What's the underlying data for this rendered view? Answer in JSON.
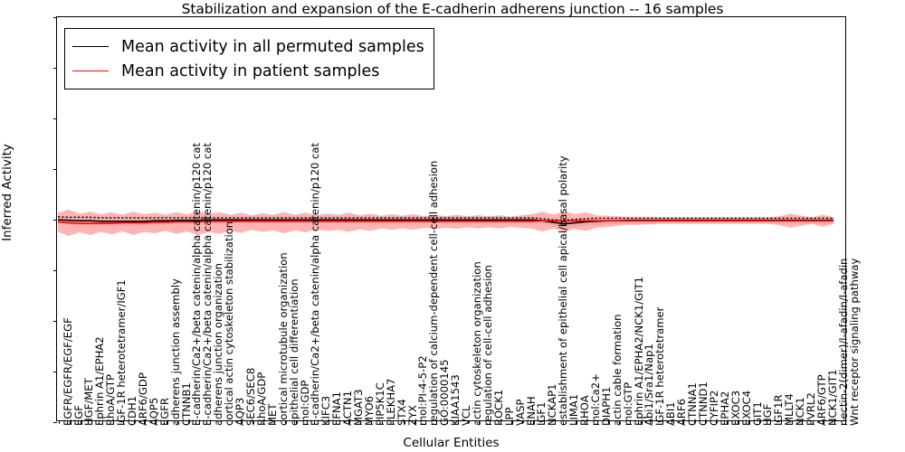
{
  "chart_data": {
    "type": "line",
    "title": "Stabilization and expansion of the E-cadherin adherens junction -- 16 samples",
    "xlabel": "Cellular Entities",
    "ylabel": "Inferred Activity",
    "ylim": [
      -4,
      4
    ],
    "yticks": [
      "-4",
      "-3",
      "-2",
      "-1",
      "0",
      "1",
      "2",
      "3",
      "4"
    ],
    "grid": false,
    "legend_position": "upper left",
    "legend": [
      {
        "label": "Mean activity in all permuted samples",
        "color": "#000000"
      },
      {
        "label": "Mean activity in patient samples",
        "color": "#ff0000"
      }
    ],
    "categories": [
      "EGFR/EGFR/EGF/EGF",
      "EGF",
      "HGF/MET",
      "Ephrin A1/EPHA2",
      "RhoA/GTP",
      "IGF-1R heterotetramer/IGF1",
      "CDH1",
      "ARF6/GDP",
      "AQP5",
      "EGFR",
      "adherens junction assembly",
      "CTNNB1",
      "E-cadherin/Ca2+/beta catenin/alpha catenin/p120 cat",
      "E-cadherin/Ca2+/beta catenin/alpha catenin/p120 cat",
      "adherens junction organization",
      "cortical actin cytoskeleton stabilization",
      "AQP3",
      "SEC6/SEC8",
      "RhoA/GDP",
      "MET",
      "cortical microtubule organization",
      "epithelial cell differentiation",
      "mol:GDP",
      "E-cadherin/Ca2+/beta catenin/alpha catenin/p120 cat",
      "KIFC3",
      "EFNA1",
      "ACTN1",
      "MGAT3",
      "MYO6",
      "PIP5K1C",
      "PLEKHA7",
      "STX4",
      "ZYX",
      "mol:PI-4-5-P2",
      "regulation of calcium-dependent cell-cell adhesion",
      "GO:0000145",
      "KIAA1543",
      "VCL",
      "actin cytoskeleton organization",
      "regulation of cell-cell adhesion",
      "ROCK1",
      "LPP",
      "VASP",
      "ENAH",
      "IGF1",
      "NCKAP1",
      "establishment of epithelial cell apical/basal polarity",
      "LIMA1",
      "RHOA",
      "mol:Ca2+",
      "DIAPH1",
      "actin cable formation",
      "mol:GTP",
      "Ephrin A1/EPHA2/NCK1/GIT1",
      "Abi1/Sra1/Nap1",
      "IGF-1R heterotetramer",
      "ABI1",
      "ARF6",
      "CTNNA1",
      "CTNND1",
      "CYFIP2",
      "EPHA2",
      "EXOC3",
      "EXOC4",
      "GIT1",
      "HGF",
      "IGF1R",
      "MLLT4",
      "NCK1",
      "PVRL2",
      "ARF6/GTP",
      "NCK1/GIT1",
      "nectin-2(dimer)/l-afadin/l-afadin",
      "Wnt receptor signaling pathway"
    ],
    "series": [
      {
        "name": "Mean activity in all permuted samples",
        "color": "#000000",
        "band_color": "#c8c8c8",
        "values": [
          -0.02,
          -0.03,
          -0.04,
          -0.04,
          -0.05,
          -0.05,
          -0.05,
          -0.05,
          -0.05,
          -0.04,
          -0.04,
          -0.03,
          -0.03,
          -0.03,
          -0.02,
          -0.02,
          -0.02,
          -0.02,
          -0.02,
          -0.02,
          -0.02,
          -0.02,
          -0.02,
          -0.02,
          -0.02,
          -0.02,
          -0.02,
          -0.02,
          -0.02,
          -0.02,
          -0.02,
          -0.02,
          -0.02,
          -0.02,
          -0.02,
          -0.02,
          -0.02,
          -0.02,
          -0.02,
          -0.02,
          -0.02,
          -0.02,
          -0.02,
          -0.02,
          -0.02,
          -0.04,
          -0.07,
          -0.1,
          -0.08,
          -0.06,
          -0.05,
          -0.04,
          -0.04,
          -0.03,
          -0.03,
          -0.03,
          -0.03,
          -0.03,
          -0.03,
          -0.03,
          -0.03,
          -0.03,
          -0.03,
          -0.03,
          -0.03,
          -0.03,
          -0.03,
          -0.03,
          -0.03,
          -0.03,
          -0.03,
          -0.03,
          -0.03
        ],
        "band_upper": [
          0.06,
          0.05,
          0.05,
          0.05,
          0.04,
          0.04,
          0.04,
          0.04,
          0.04,
          0.04,
          0.04,
          0.04,
          0.04,
          0.04,
          0.04,
          0.04,
          0.04,
          0.04,
          0.04,
          0.04,
          0.04,
          0.04,
          0.04,
          0.04,
          0.04,
          0.04,
          0.04,
          0.04,
          0.04,
          0.04,
          0.04,
          0.04,
          0.04,
          0.04,
          0.04,
          0.04,
          0.04,
          0.04,
          0.04,
          0.04,
          0.04,
          0.04,
          0.04,
          0.04,
          0.04,
          0.02,
          0.0,
          -0.01,
          0.01,
          0.02,
          0.03,
          0.03,
          0.03,
          0.03,
          0.03,
          0.03,
          0.03,
          0.03,
          0.03,
          0.03,
          0.03,
          0.03,
          0.03,
          0.03,
          0.03,
          0.03,
          0.03,
          0.03,
          0.03,
          0.03,
          0.03,
          0.03,
          0.03
        ],
        "band_lower": [
          -0.1,
          -0.11,
          -0.13,
          -0.13,
          -0.14,
          -0.14,
          -0.14,
          -0.14,
          -0.14,
          -0.12,
          -0.12,
          -0.1,
          -0.1,
          -0.1,
          -0.08,
          -0.08,
          -0.08,
          -0.08,
          -0.08,
          -0.08,
          -0.08,
          -0.08,
          -0.08,
          -0.08,
          -0.08,
          -0.08,
          -0.08,
          -0.08,
          -0.08,
          -0.08,
          -0.08,
          -0.08,
          -0.08,
          -0.08,
          -0.08,
          -0.08,
          -0.08,
          -0.08,
          -0.08,
          -0.08,
          -0.08,
          -0.08,
          -0.08,
          -0.08,
          -0.08,
          -0.1,
          -0.14,
          -0.19,
          -0.17,
          -0.14,
          -0.13,
          -0.11,
          -0.11,
          -0.09,
          -0.09,
          -0.09,
          -0.09,
          -0.09,
          -0.09,
          -0.09,
          -0.09,
          -0.09,
          -0.09,
          -0.09,
          -0.09,
          -0.09,
          -0.09,
          -0.09,
          -0.09,
          -0.09,
          -0.09,
          -0.09,
          -0.09
        ]
      },
      {
        "name": "Mean activity in patient samples",
        "color": "#ff0000",
        "band_color": "#ff9b9b",
        "values": [
          -0.06,
          -0.08,
          -0.09,
          -0.09,
          -0.09,
          -0.09,
          -0.08,
          -0.08,
          -0.08,
          -0.07,
          -0.07,
          -0.06,
          -0.06,
          -0.06,
          -0.05,
          -0.05,
          -0.05,
          -0.05,
          -0.05,
          -0.05,
          -0.05,
          -0.05,
          -0.05,
          -0.05,
          -0.05,
          -0.05,
          -0.05,
          -0.05,
          -0.05,
          -0.05,
          -0.05,
          -0.05,
          -0.05,
          -0.05,
          -0.05,
          -0.05,
          -0.05,
          -0.05,
          -0.05,
          -0.05,
          -0.05,
          -0.05,
          -0.05,
          -0.05,
          -0.05,
          -0.04,
          -0.04,
          -0.04,
          -0.04,
          -0.04,
          -0.04,
          -0.04,
          -0.04,
          -0.04,
          -0.04,
          -0.04,
          -0.04,
          -0.04,
          -0.04,
          -0.04,
          -0.04,
          -0.04,
          -0.04,
          -0.04,
          -0.04,
          -0.04,
          -0.04,
          -0.04,
          -0.04,
          -0.04,
          -0.04,
          -0.04,
          -0.04
        ],
        "band_upper": [
          0.12,
          0.18,
          0.1,
          0.14,
          0.09,
          0.13,
          0.08,
          0.14,
          0.09,
          0.12,
          0.08,
          0.13,
          0.09,
          0.16,
          0.1,
          0.13,
          0.08,
          0.12,
          0.07,
          0.11,
          0.08,
          0.13,
          0.08,
          0.12,
          0.07,
          0.1,
          0.08,
          0.12,
          0.07,
          0.1,
          0.06,
          0.09,
          0.06,
          0.09,
          0.05,
          0.08,
          0.05,
          0.08,
          0.05,
          0.07,
          0.05,
          0.07,
          0.04,
          0.07,
          0.09,
          0.14,
          0.08,
          0.15,
          0.09,
          0.13,
          0.07,
          0.06,
          0.05,
          0.04,
          0.04,
          0.04,
          0.03,
          0.03,
          0.03,
          0.03,
          0.03,
          0.03,
          0.03,
          0.03,
          0.03,
          0.03,
          0.03,
          0.05,
          0.1,
          0.06,
          0.03,
          0.08,
          0.03
        ],
        "band_lower": [
          -0.26,
          -0.34,
          -0.27,
          -0.32,
          -0.26,
          -0.31,
          -0.25,
          -0.32,
          -0.26,
          -0.29,
          -0.24,
          -0.3,
          -0.25,
          -0.33,
          -0.26,
          -0.3,
          -0.24,
          -0.28,
          -0.22,
          -0.26,
          -0.23,
          -0.29,
          -0.23,
          -0.27,
          -0.21,
          -0.24,
          -0.22,
          -0.26,
          -0.21,
          -0.24,
          -0.19,
          -0.22,
          -0.19,
          -0.22,
          -0.18,
          -0.2,
          -0.18,
          -0.2,
          -0.17,
          -0.19,
          -0.17,
          -0.19,
          -0.16,
          -0.18,
          -0.2,
          -0.25,
          -0.19,
          -0.26,
          -0.2,
          -0.24,
          -0.18,
          -0.16,
          -0.14,
          -0.12,
          -0.12,
          -0.11,
          -0.1,
          -0.1,
          -0.1,
          -0.1,
          -0.1,
          -0.1,
          -0.1,
          -0.1,
          -0.1,
          -0.1,
          -0.1,
          -0.13,
          -0.18,
          -0.14,
          -0.1,
          -0.16,
          -0.1
        ]
      }
    ]
  }
}
